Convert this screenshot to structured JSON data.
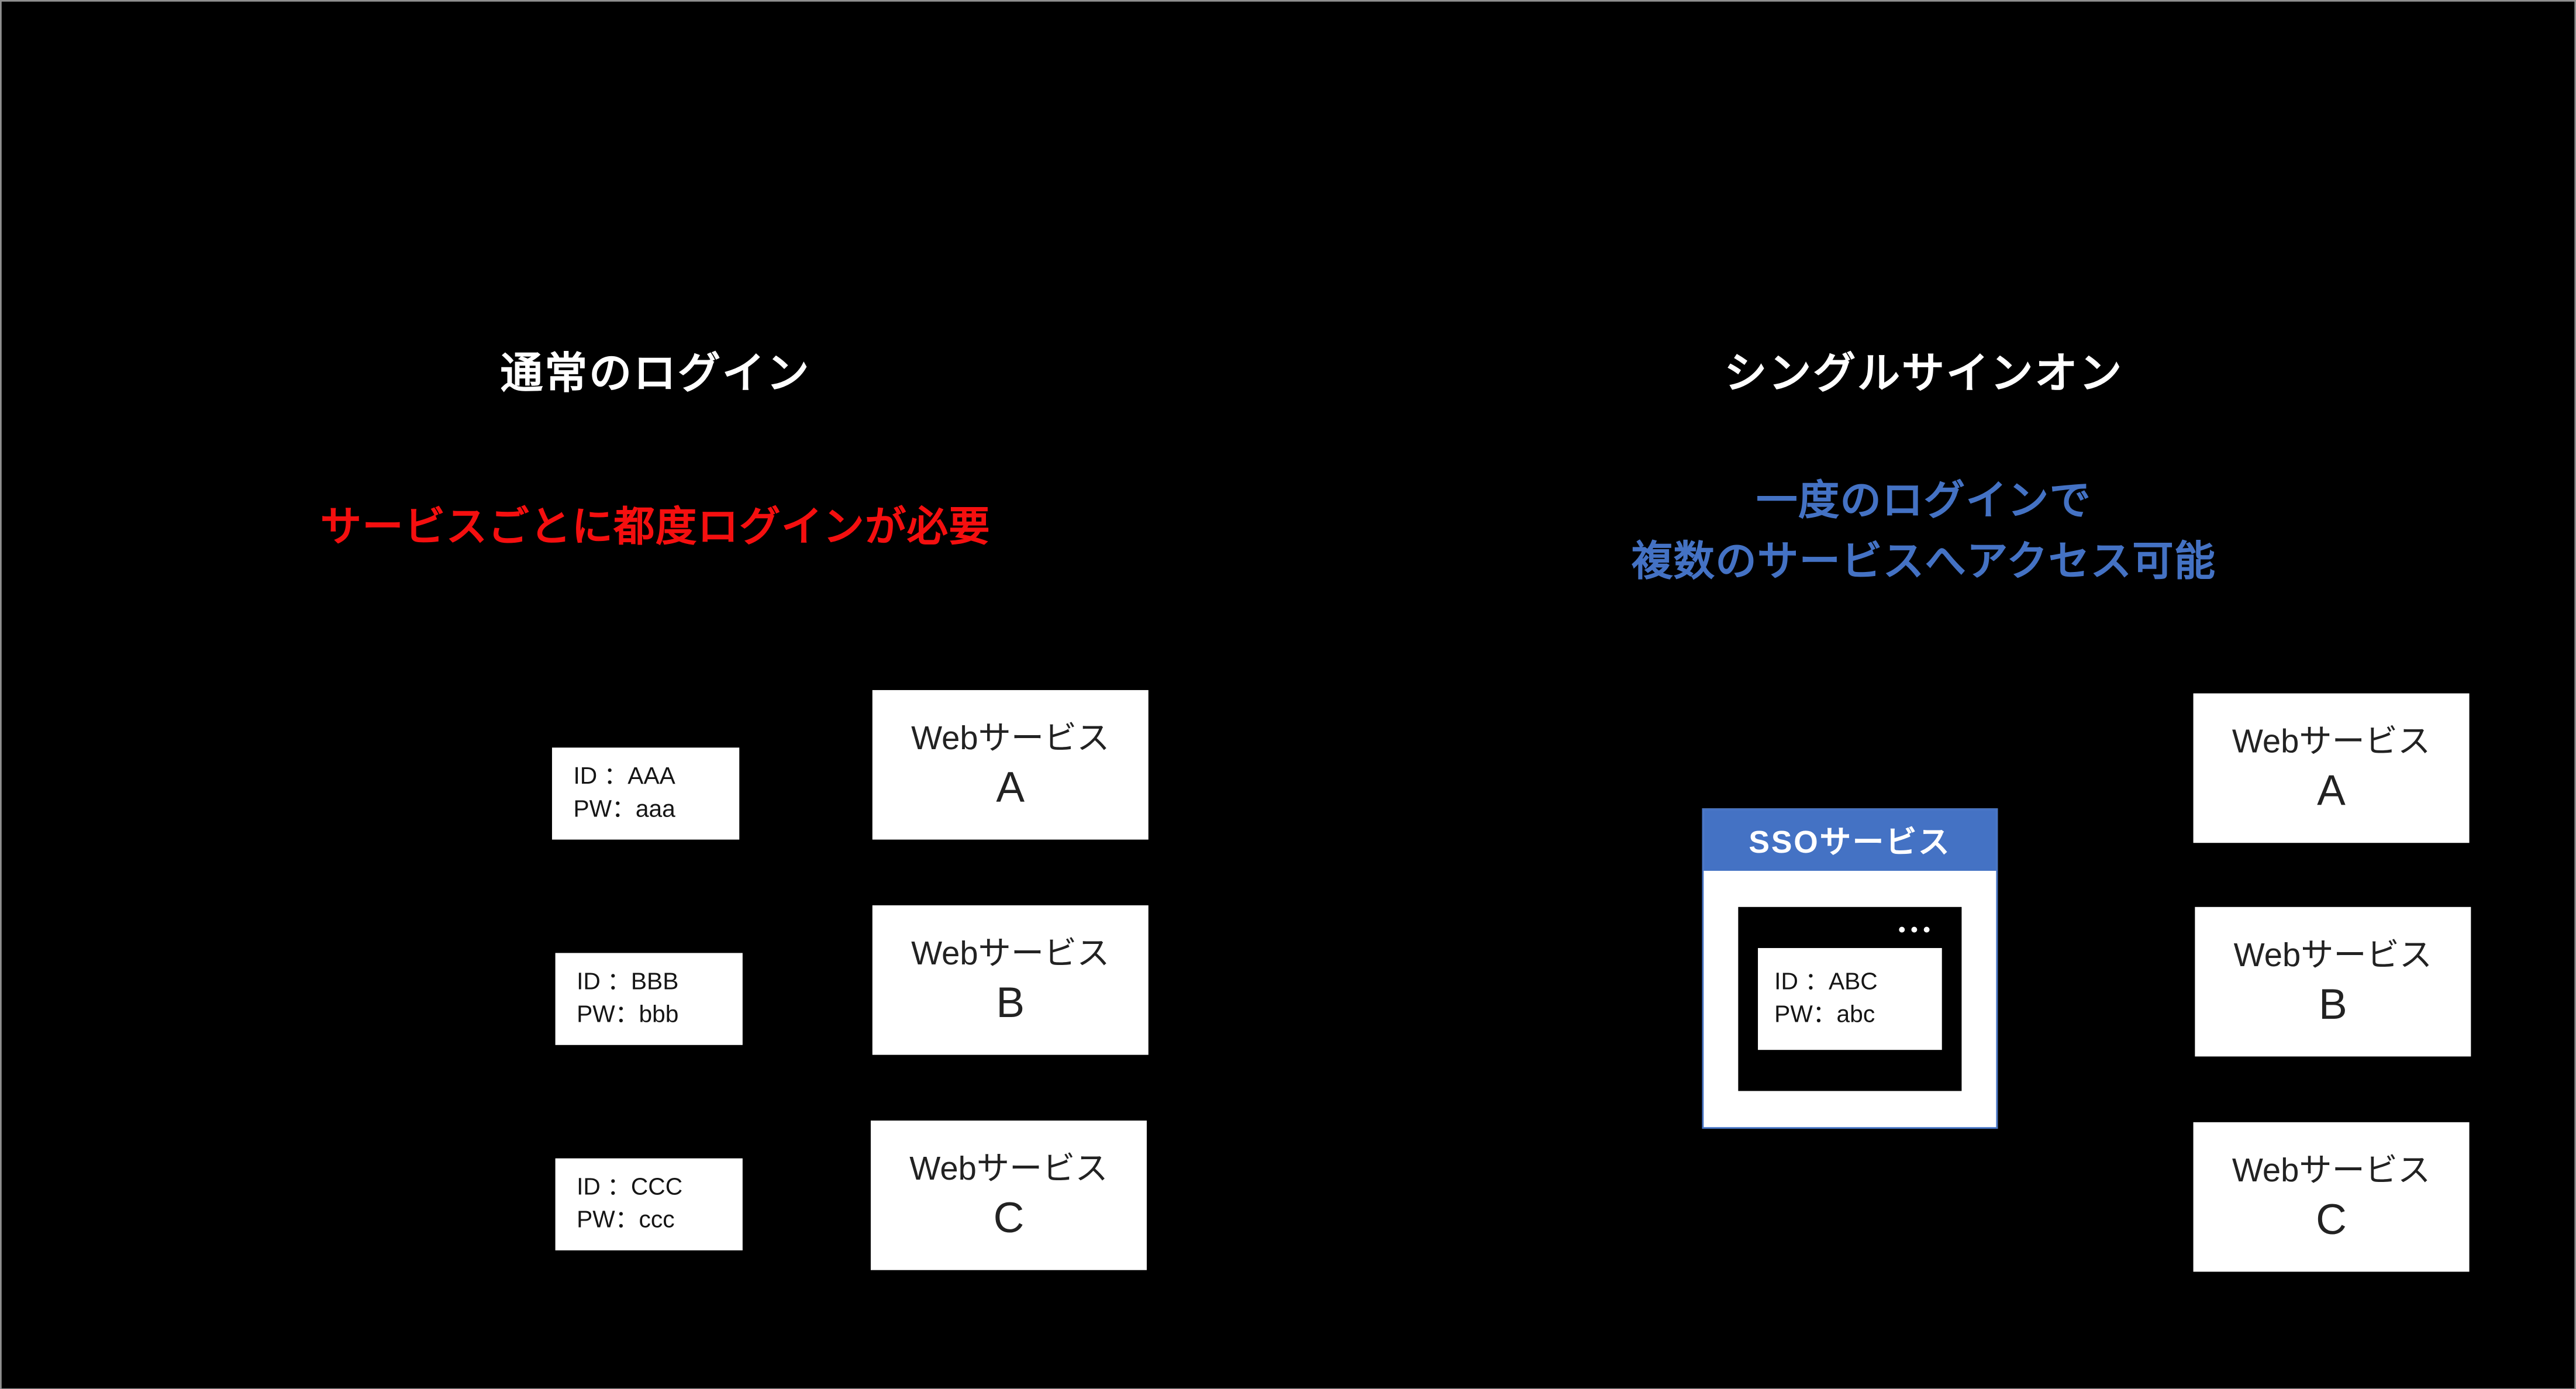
{
  "left": {
    "title": "通常のログイン",
    "subtitle": "サービスごとに都度ログインが必要",
    "credentials": [
      {
        "id": "ID ：AAA",
        "pw": "PW：aaa"
      },
      {
        "id": "ID ：BBB",
        "pw": "PW：bbb"
      },
      {
        "id": "ID ：CCC",
        "pw": "PW：ccc"
      }
    ],
    "services": [
      {
        "line1": "Webサービス",
        "line2": "A"
      },
      {
        "line1": "Webサービス",
        "line2": "B"
      },
      {
        "line1": "Webサービス",
        "line2": "C"
      }
    ]
  },
  "right": {
    "title": "シングルサインオン",
    "subtitle_line1": "一度のログインで",
    "subtitle_line2": "複数のサービスへアクセス可能",
    "sso": {
      "header": "SSOサービス",
      "window_dots": "•••",
      "credential": {
        "id": "ID ：ABC",
        "pw": "PW：abc"
      }
    },
    "services": [
      {
        "line1": "Webサービス",
        "line2": "A"
      },
      {
        "line1": "Webサービス",
        "line2": "B"
      },
      {
        "line1": "Webサービス",
        "line2": "C"
      }
    ]
  },
  "colors": {
    "background": "#000000",
    "accent_red": "#F50F0F",
    "accent_blue": "#4472C4",
    "box_white": "#FFFFFF"
  }
}
